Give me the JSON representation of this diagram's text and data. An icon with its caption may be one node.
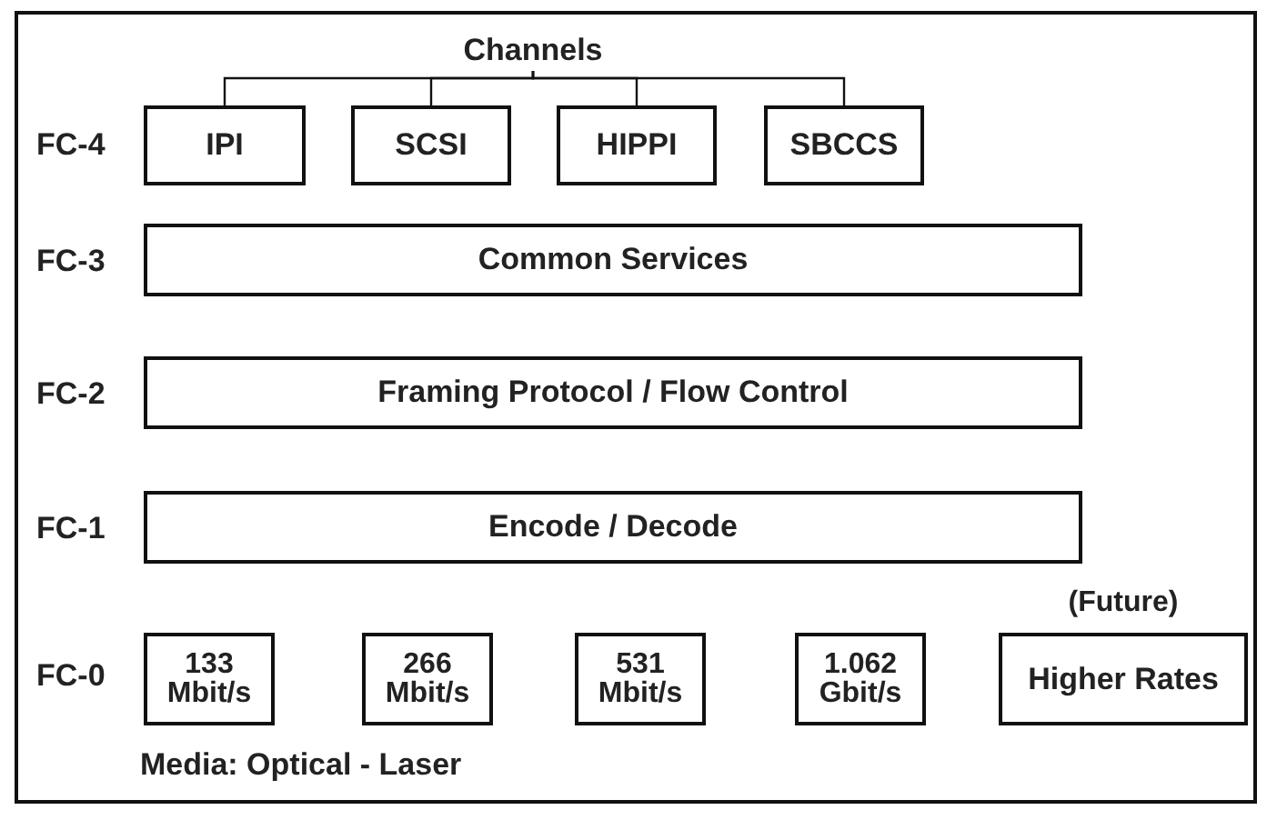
{
  "diagram": {
    "nodes": [
      {
        "text": [
          "Channels"
        ]
      },
      {
        "text": [
          "IPI"
        ]
      },
      {
        "text": [
          "SCSI"
        ]
      },
      {
        "text": [
          "HIPPI"
        ]
      },
      {
        "text": [
          "SBCCS"
        ]
      },
      {
        "text": [
          "Common Services"
        ]
      },
      {
        "text": [
          "Framing Protocol / Flow Control"
        ]
      },
      {
        "text": [
          "Encode / Decode"
        ]
      },
      {
        "text": [
          "133 Mbit/s"
        ]
      },
      {
        "text": [
          "266 Mbit/s"
        ]
      },
      {
        "text": [
          "531 Mbit/s"
        ]
      },
      {
        "text": [
          "1.062 Gbit/s"
        ]
      },
      {
        "text": [
          "Higher Rates"
        ],
        "beside": [
          "(Future)"
        ]
      }
    ],
    "edges": [
      {
        "from": 0,
        "to": 1,
        "arrow": "none"
      },
      {
        "from": 0,
        "to": 2,
        "arrow": "none"
      },
      {
        "from": 0,
        "to": 3,
        "arrow": "none"
      },
      {
        "from": 0,
        "to": 4,
        "arrow": "none"
      }
    ],
    "labels": [
      "FC-4",
      "FC-3",
      "FC-2",
      "FC-1",
      "FC-0",
      "Media: Optical - Laser"
    ]
  }
}
